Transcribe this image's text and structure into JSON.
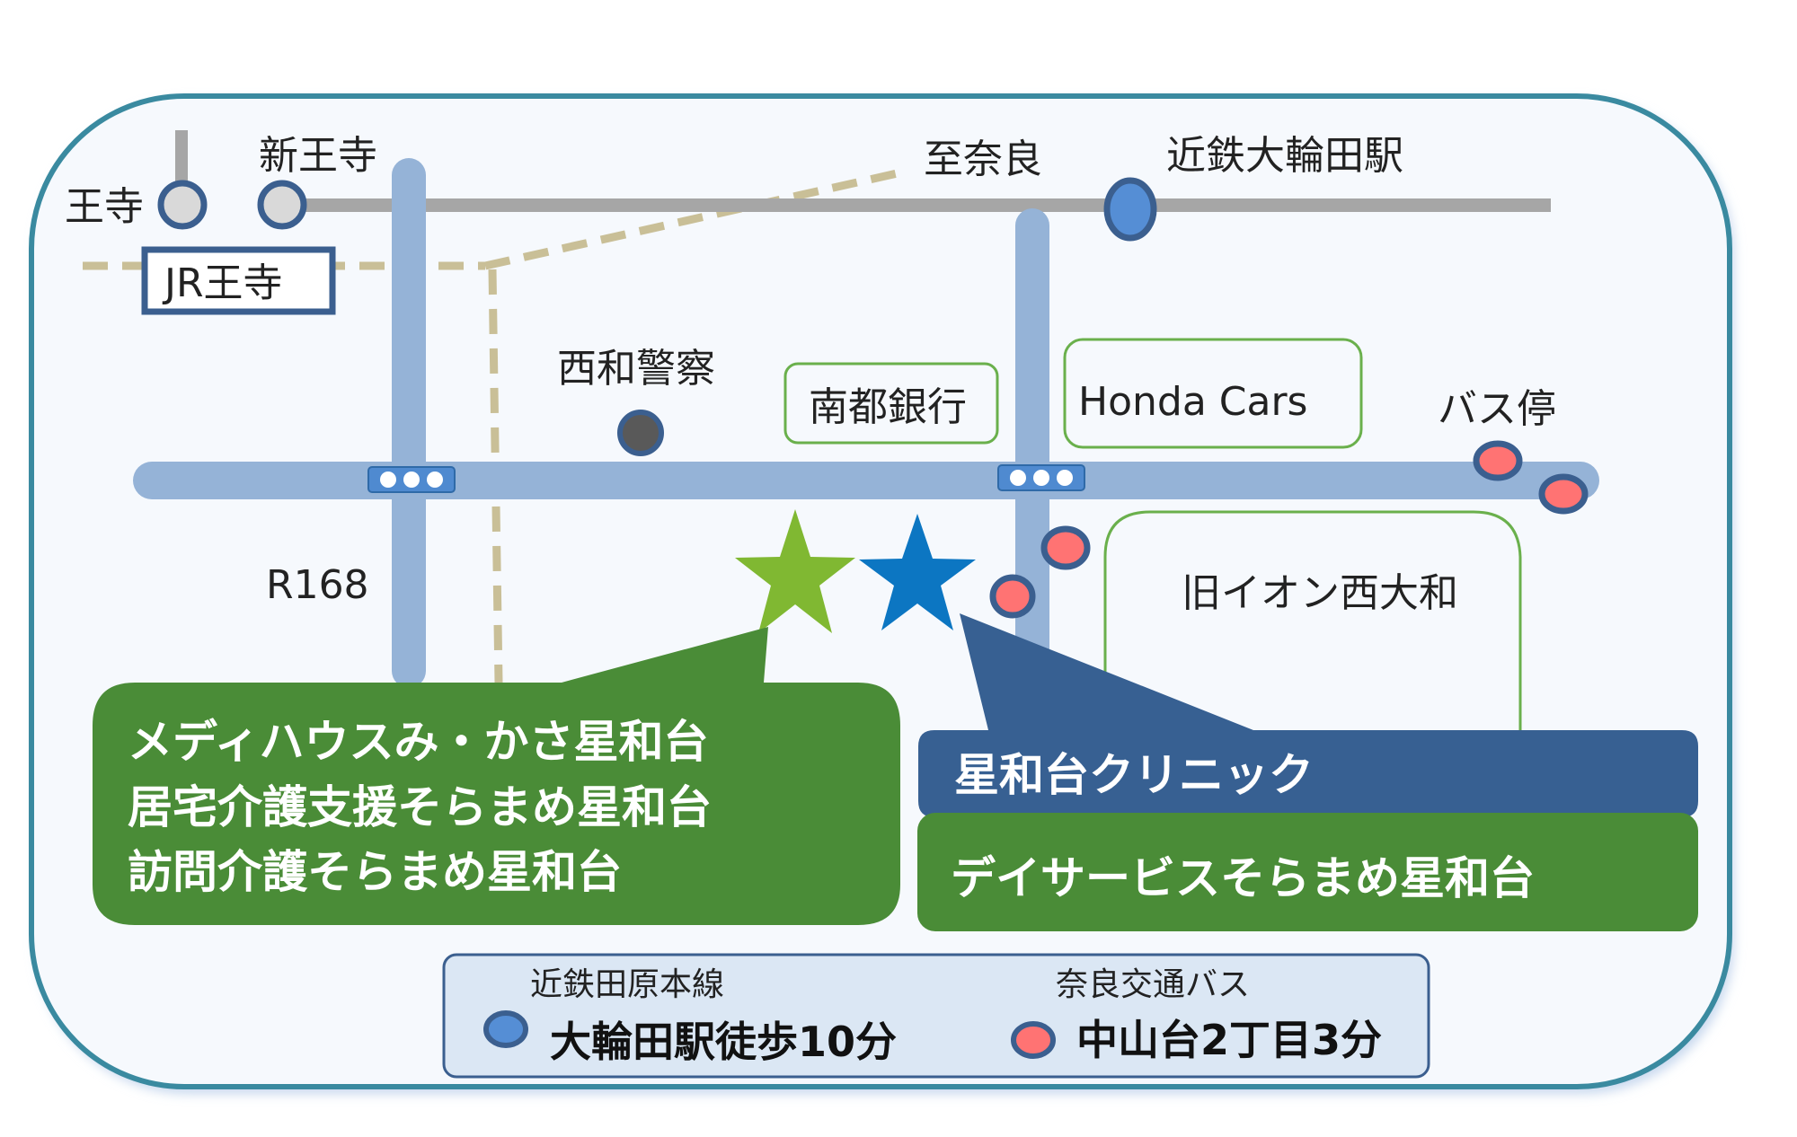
{
  "map": {
    "stations": {
      "oji": "王寺",
      "shin_oji": "新王寺",
      "jr_oji": "JR王寺",
      "to_nara": "至奈良",
      "kintetsu_owada": "近鉄大輪田駅"
    },
    "roads": {
      "r168": "R168"
    },
    "landmarks": {
      "police": "西和警察",
      "bank": "南都銀行",
      "honda": "Honda Cars",
      "bus_stop": "バス停",
      "former_aeon": "旧イオン西大和"
    },
    "callouts": {
      "green_lines": [
        "メディハウスみ・かさ星和台",
        "居宅介護支援そらまめ星和台",
        "訪問介護そらまめ星和台"
      ],
      "clinic": "星和台クリニック",
      "day_service": "デイサービスそらまめ星和台"
    },
    "legend": {
      "train_line": "近鉄田原本線",
      "train_access": "大輪田駅徒歩10分",
      "bus_line": "奈良交通バス",
      "bus_access": "中山台2丁目3分"
    }
  },
  "colors": {
    "frame": "#3a8aa0",
    "road": "#95b3d7",
    "rail": "#a6a6a6",
    "jr_dashed": "#c9bf97",
    "green_callout": "#4a8c37",
    "blue_callout": "#376092",
    "station_blue": "#558ed5",
    "bus_red": "#ff7373",
    "star_green": "#80b832",
    "star_blue": "#0c76c2"
  }
}
